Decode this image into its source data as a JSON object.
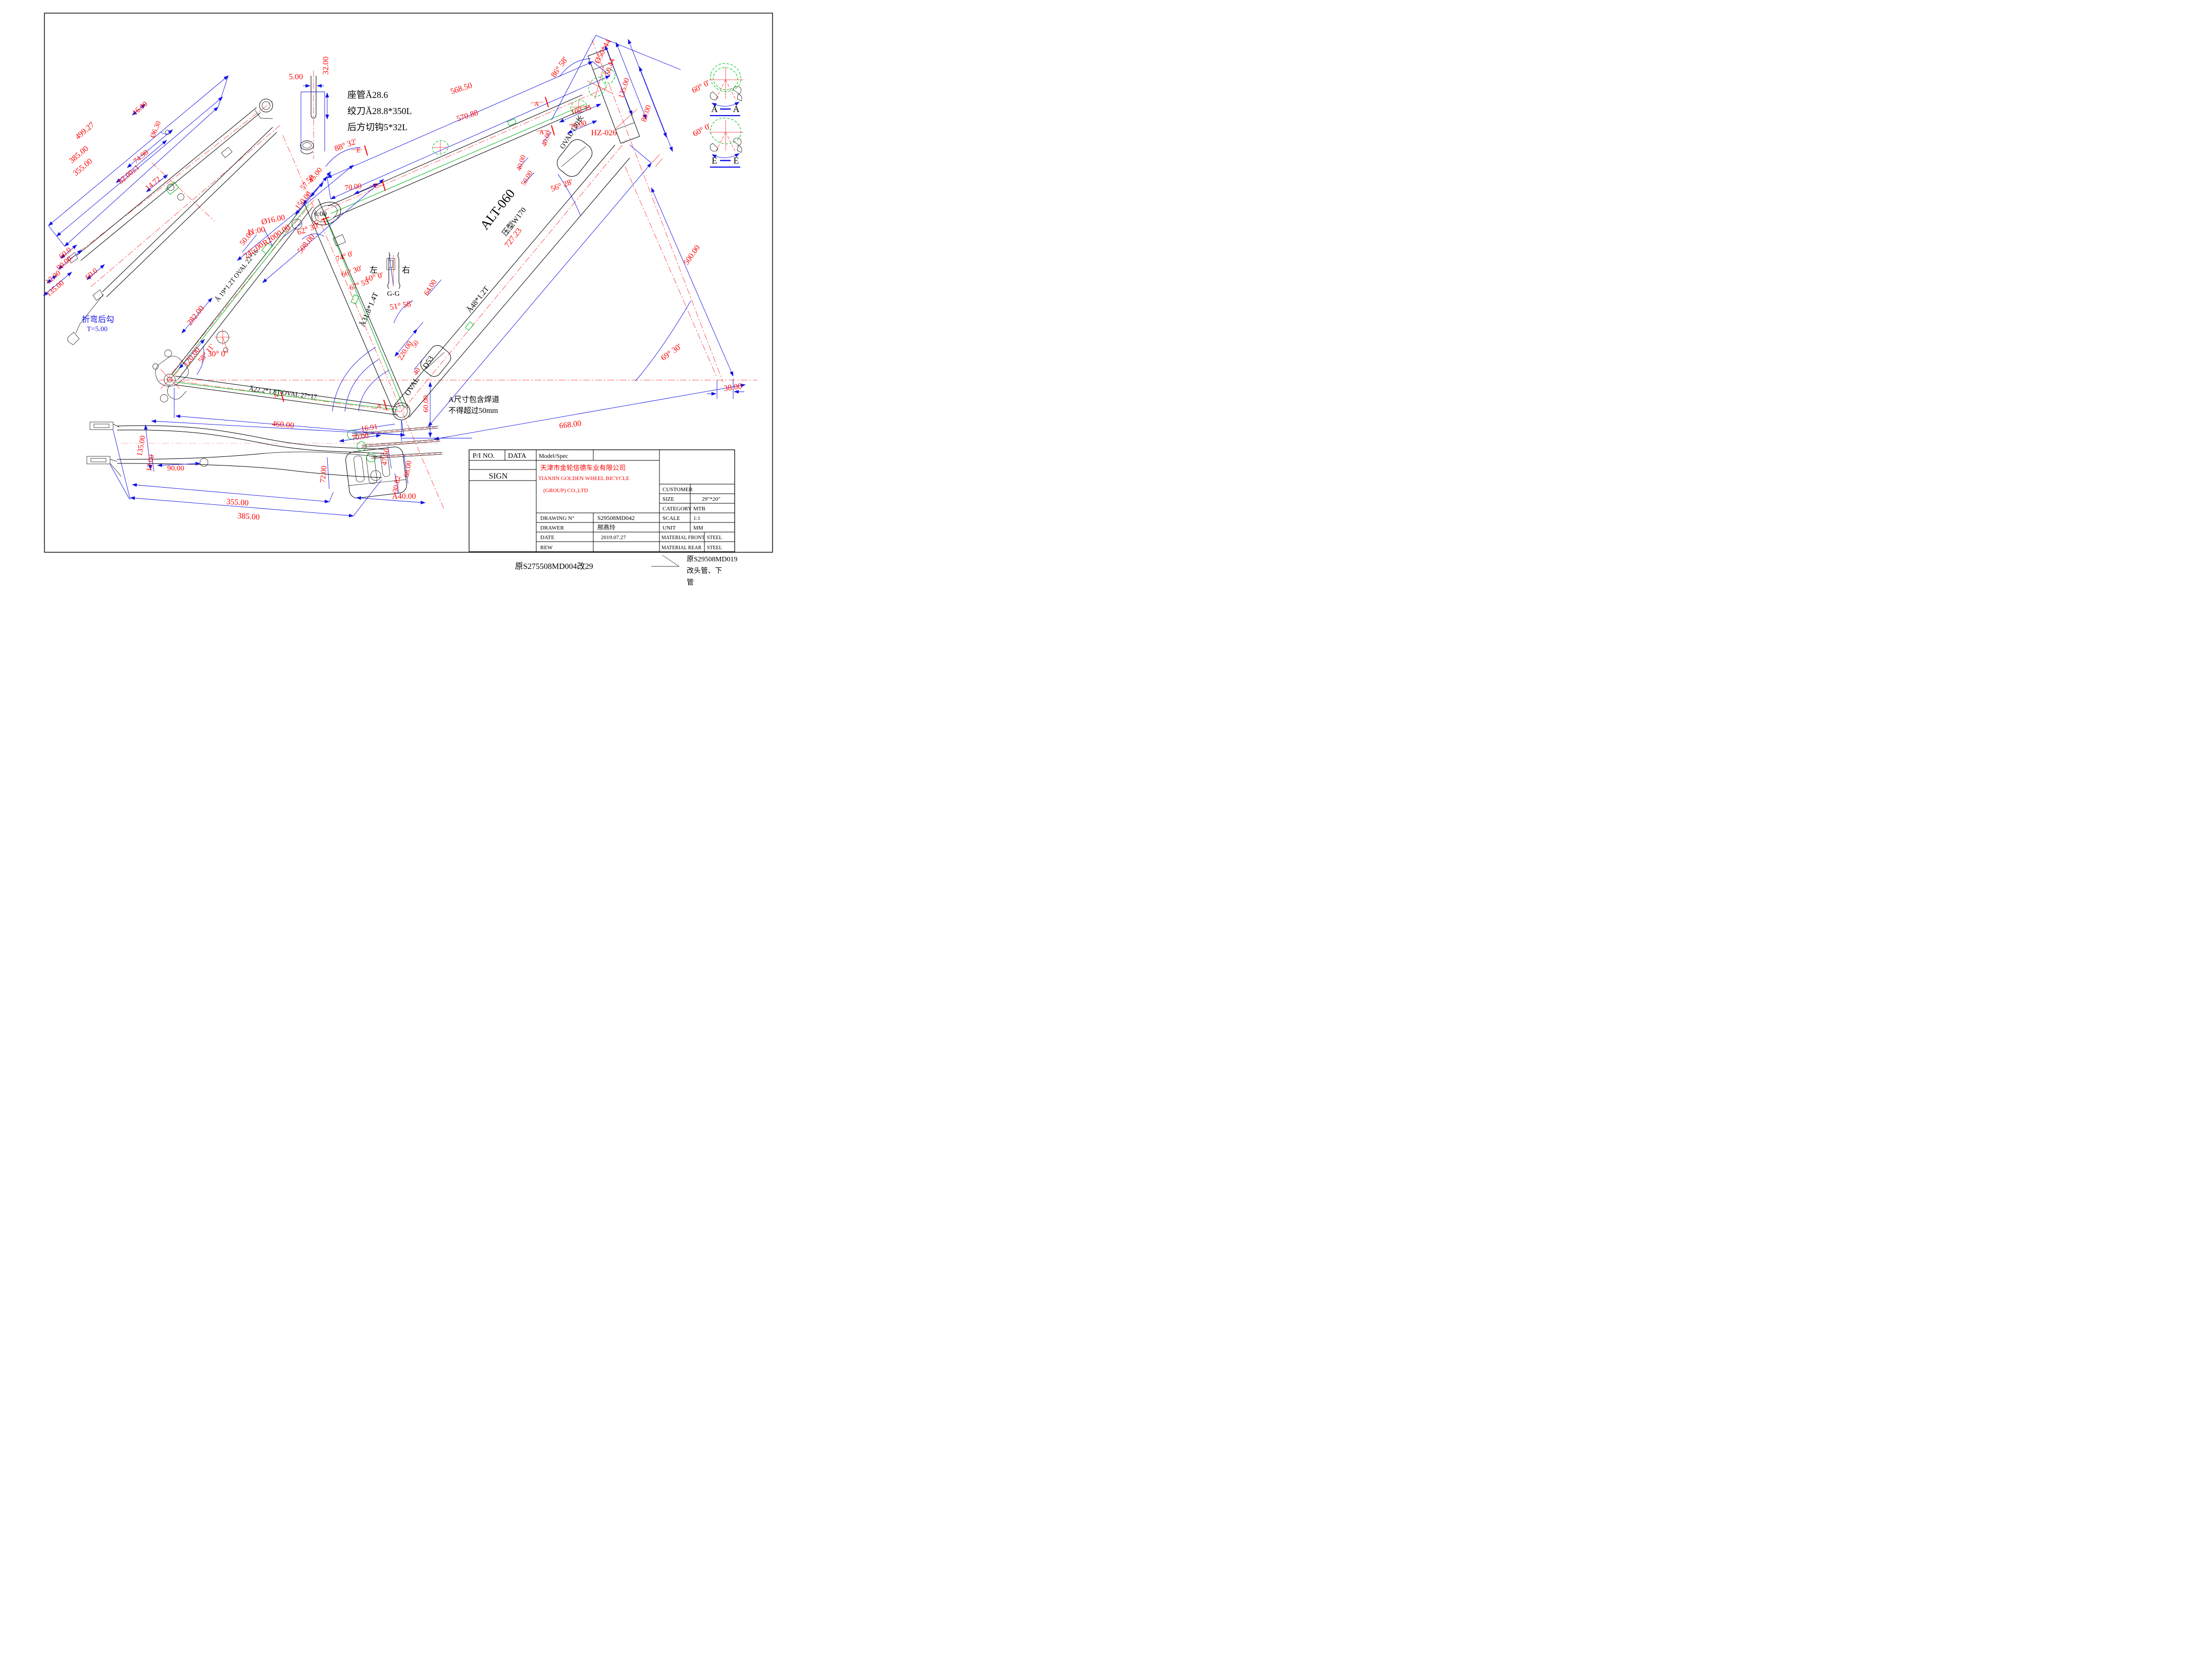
{
  "seatpost_detail": {
    "slot_width": "5.00",
    "depth": "32.00",
    "note1": "座管Ă28.6",
    "note2": "绞刀Ă28.8*350L",
    "note3": "后方切钩5*32L"
  },
  "top_left_view": {
    "len_outer": "499.27",
    "len_mid": "385.00",
    "len_inner": "355.00",
    "offset_top": "16.00",
    "hole": "Ø6.30",
    "span": "74.98",
    "width_tol": "82.00±1",
    "offset_end": "14.72"
  },
  "stay_left": {
    "d60a": "60.0",
    "d90": "90.00",
    "d12": "12.00",
    "d135": "135.00",
    "d60b": "60.0",
    "hook_note": "折弯后勾",
    "hook_thickness": "T=5.00"
  },
  "seat_stay": {
    "tube": "Ă 19*1.2T OVAL 22*16",
    "d282": "282.00",
    "d120": "120.00",
    "a58": "58° 11'",
    "d50": "50.00",
    "d245": "245.00",
    "r2000": "R2000.00",
    "d508": "508.00",
    "d150": "150.00",
    "d5758": "57.58",
    "d45": "45.00",
    "d16": "Ø16.00",
    "t11": "11:00",
    "a62": "62° 30'",
    "a30": "30° 0'"
  },
  "top_tube": {
    "d568": "568.50",
    "d570": "570.88",
    "a88": "88° 32'",
    "d70": "70.00",
    "e_mark": "E",
    "t6": "6:00",
    "g_mark": "G"
  },
  "gg_view": {
    "left": "左",
    "right": "右",
    "label": "G-G",
    "a10": "10° 0'"
  },
  "head_tube": {
    "a86": "86° 58'",
    "cup": "Ø50*44",
    "d5044": "50.44",
    "d135": "135.00",
    "d80": "80.00",
    "d10235": "102.35",
    "d70": "70.00",
    "hz": "HZ-026",
    "oval": "OVAL 120长",
    "d40a": "40.00",
    "d40b": "40.00",
    "d50": "50.00",
    "a56": "56° 28'",
    "a_mark": "A"
  },
  "down_tube": {
    "name": "ALT-060",
    "press": "压型W170",
    "tube": "Ă48*1.2T",
    "d727": "727.23"
  },
  "seat_tube": {
    "tube": "Ă31.8*1.4T",
    "a51": "51° 58'",
    "d64": "64.00",
    "d220": "220.00",
    "d50": "50",
    "d40": "40",
    "d53": "D53",
    "oval": "OVAL",
    "d60": "60.00",
    "note1": "A尺寸包含焊道",
    "note2": "不得超过50mm",
    "a74": "74° 0'",
    "a66": "66° 30'",
    "a67": "67° 55'",
    "a_mark": "A"
  },
  "right_side": {
    "d500": "500.00",
    "a69": "69° 30'",
    "d38": "38.00",
    "d668": "668.00"
  },
  "chainstay": {
    "tube": "Ă22.2*1.8T OVAL 27*17",
    "d460": "460.00"
  },
  "bottom_view": {
    "d135": "135.00",
    "d12": "12.00",
    "d90": "90.00",
    "d355": "355.00",
    "d385": "385.00",
    "d72": "72.00",
    "d70": "70.00",
    "d1691": "16.91",
    "d4750": "47.50",
    "d68": "68.00",
    "d3082": "30.82",
    "d40": "Ă40.00"
  },
  "sections": {
    "a60_top": "60° 0'",
    "a60_bot": "60° 0'",
    "a": "A",
    "e": "E"
  },
  "title_block": {
    "pi_no": "P/I NO.",
    "data": "DATA",
    "model_spec": "Model/Spec",
    "sign": "SIGN",
    "company_cn": "天津市金轮信德车业有限公司",
    "company_en1": "TIANJIN GOLDEN WHEEL BICYCLE",
    "company_en2": "(GROUP) CO.,LTD",
    "customer_label": "CUSTOMER",
    "size_label": "SIZE",
    "size_value": "29″*20″",
    "category_label": "CATEGORY",
    "category_value": "MTB",
    "drawing_no_label": "DRAWING N°",
    "drawing_no_value": "S29508MD042",
    "scale_label": "SCALE",
    "scale_value": "1:1",
    "drawer_label": "DRAWER",
    "drawer_value": "邢燕玲",
    "unit_label": "UNIT",
    "unit_value": "MM",
    "date_label": "DATE",
    "date_value": "2019.07.27",
    "material_front_label": "MATERIAL FRONT",
    "material_front_value": "STEEL",
    "rew_label": "REW",
    "material_rear_label": "MATERIAL REAR",
    "material_rear_value": "STEEL"
  },
  "footer": {
    "left_note": "原S275508MD004改29",
    "right_note_1": "原S29508MD019",
    "right_note_2": "改头管、下",
    "right_note_3": "管"
  }
}
